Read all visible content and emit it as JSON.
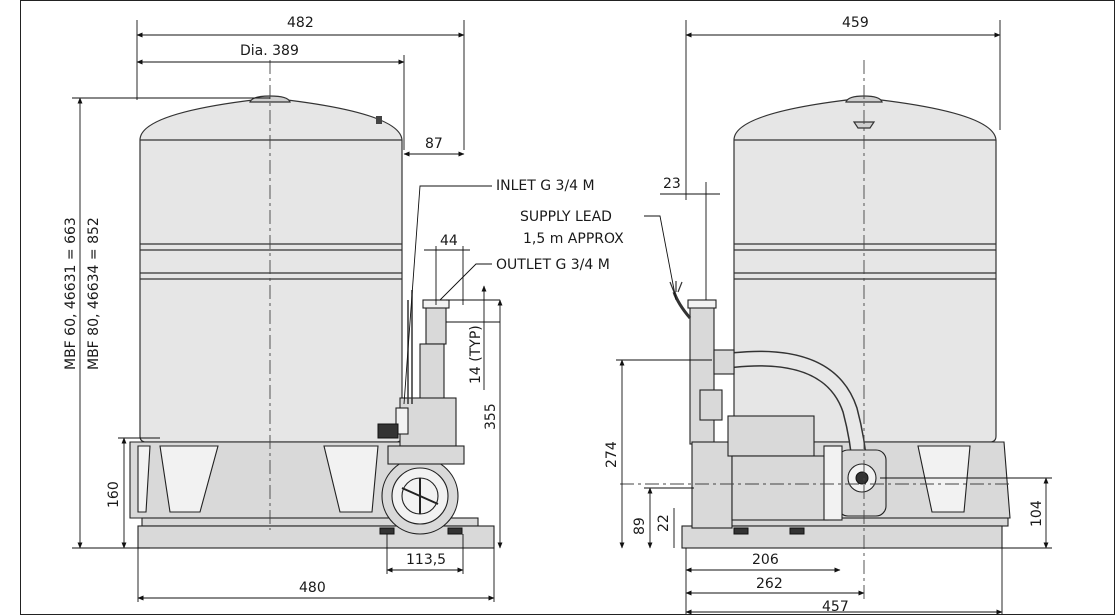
{
  "drawing": {
    "left_view": {
      "width_overall": "482",
      "diameter": "Dia. 389",
      "pump_offset": "87",
      "outlet_spacing": "44",
      "height_label_1": "MBF 60, 46631 = 663",
      "height_label_2": "MBF 80, 46634 = 852",
      "thread_length": "14 (TYP)",
      "outlet_height": "355",
      "base_height": "160",
      "foot_spacing": "113,5",
      "base_width": "480",
      "inlet_label": "INLET G 3/4 M",
      "outlet_label": "OUTLET G 3/4 M"
    },
    "right_view": {
      "width_overall": "459",
      "lead_offset": "23",
      "supply_lead_1": "SUPPLY LEAD",
      "supply_lead_2": "1,5 m APPROX",
      "connection_height": "274",
      "motor_axis_height": "89",
      "base_plate_height": "22",
      "vessel_port_height": "104",
      "depth_1": "206",
      "depth_2": "262",
      "depth_overall": "457"
    }
  }
}
